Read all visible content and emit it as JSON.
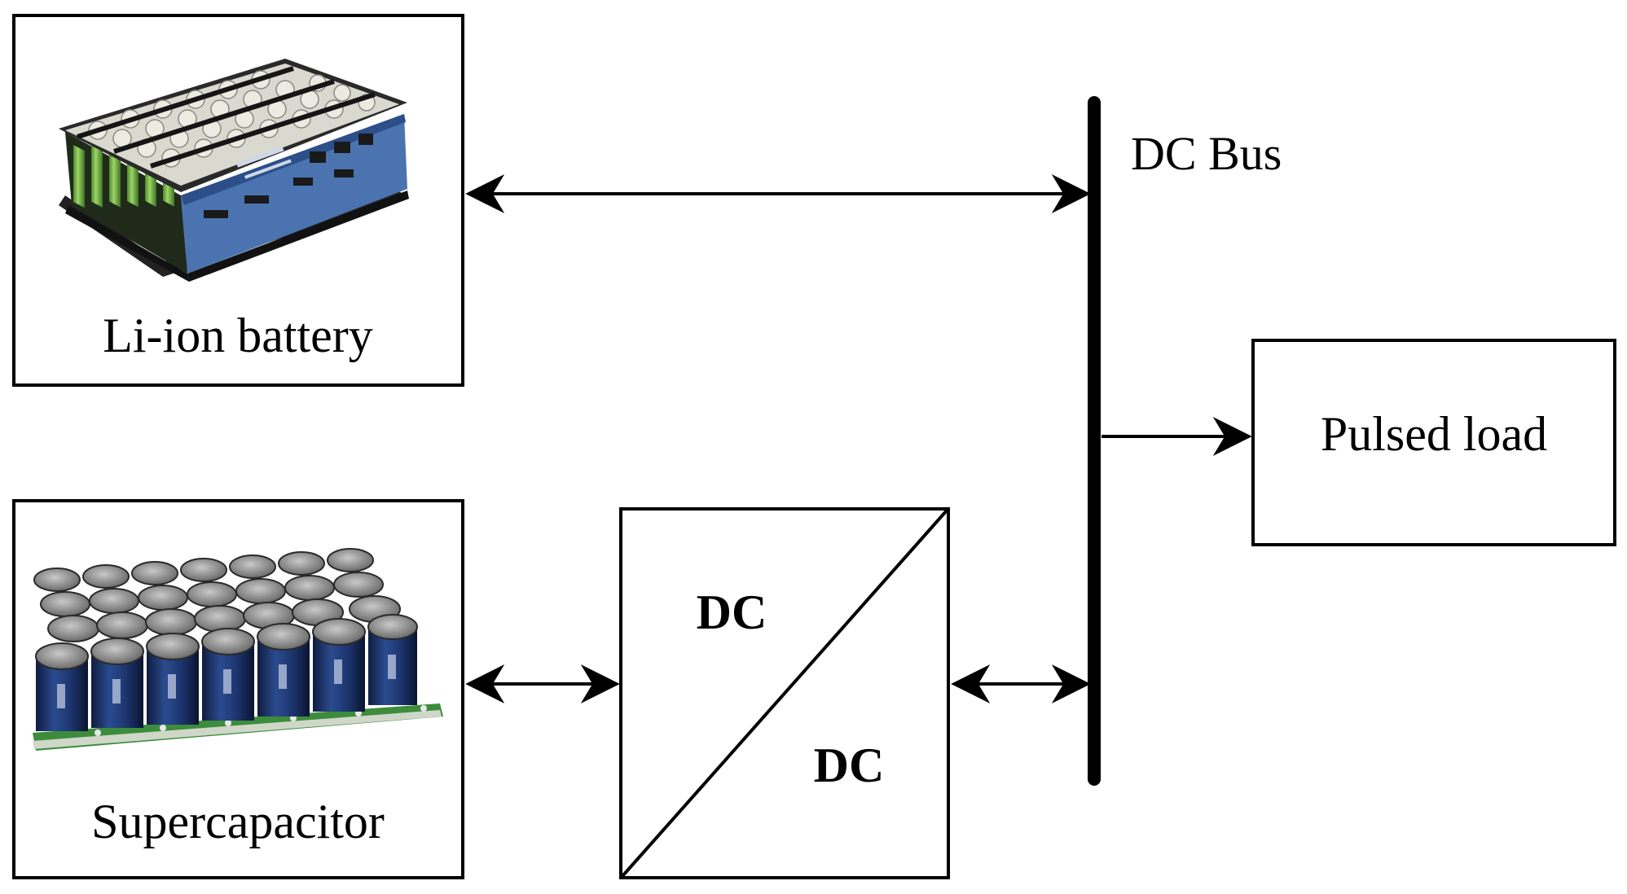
{
  "diagram": {
    "nodes": {
      "battery": {
        "label": "Li-ion battery",
        "image": "li-ion-battery-pack-photo"
      },
      "supercapacitor": {
        "label": "Supercapacitor",
        "image": "supercapacitor-bank-photo"
      },
      "converter": {
        "top_label": "DC",
        "bottom_label": "DC"
      },
      "bus": {
        "label": "DC Bus"
      },
      "load": {
        "label": "Pulsed load"
      }
    },
    "edges": [
      {
        "from": "battery",
        "to": "bus",
        "direction": "bidirectional"
      },
      {
        "from": "supercapacitor",
        "to": "converter",
        "direction": "bidirectional"
      },
      {
        "from": "converter",
        "to": "bus",
        "direction": "bidirectional"
      },
      {
        "from": "bus",
        "to": "load",
        "direction": "forward"
      }
    ]
  }
}
